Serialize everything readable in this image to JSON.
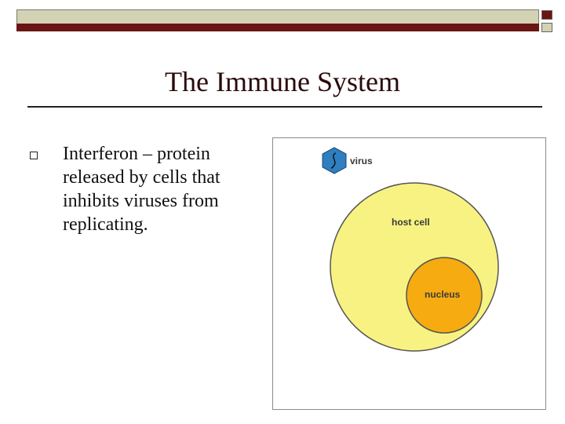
{
  "slide": {
    "title": "The Immune System",
    "bullets": [
      {
        "icon": "square-bullet-icon",
        "text": "Interferon – protein released by cells that inhibits viruses from replicating."
      }
    ]
  },
  "figure": {
    "labels": {
      "virus": "virus",
      "host_cell": "host cell",
      "nucleus": "nucleus"
    },
    "colors": {
      "virus": "#2f7fc0",
      "host_cell": "#f8f282",
      "nucleus": "#f6ab10",
      "theme_dark": "#6a1414",
      "theme_light": "#d4d2b4"
    }
  }
}
